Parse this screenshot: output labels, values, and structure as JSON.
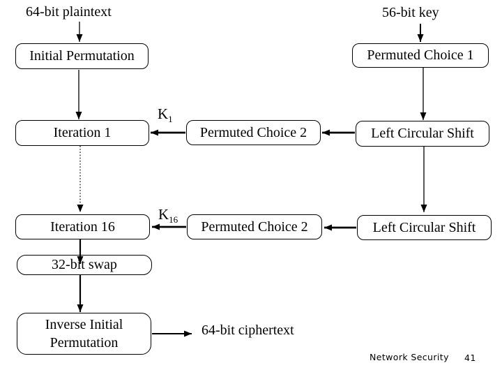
{
  "colors": {
    "ink": "#000000",
    "background": "#ffffff"
  },
  "labels": {
    "plaintext": "64-bit plaintext",
    "key": "56-bit key",
    "ciphertext": "64-bit ciphertext"
  },
  "boxes": {
    "initial_permutation": "Initial Permutation",
    "permuted_choice_1": "Permuted Choice 1",
    "iteration_1": "Iteration 1",
    "permuted_choice_2_top": "Permuted Choice 2",
    "left_circular_shift_top": "Left Circular Shift",
    "iteration_16": "Iteration 16",
    "permuted_choice_2_bottom": "Permuted Choice 2",
    "left_circular_shift_bottom": "Left Circular Shift",
    "swap_32bit": "32-bit swap",
    "inverse_initial_permutation_line1": "Inverse Initial",
    "inverse_initial_permutation_line2": "Permutation"
  },
  "keys": {
    "k1": {
      "base": "K",
      "sub": "1"
    },
    "k16": {
      "base": "K",
      "sub": "16"
    }
  },
  "footer": {
    "course": "Network Security",
    "page_number": "41"
  }
}
